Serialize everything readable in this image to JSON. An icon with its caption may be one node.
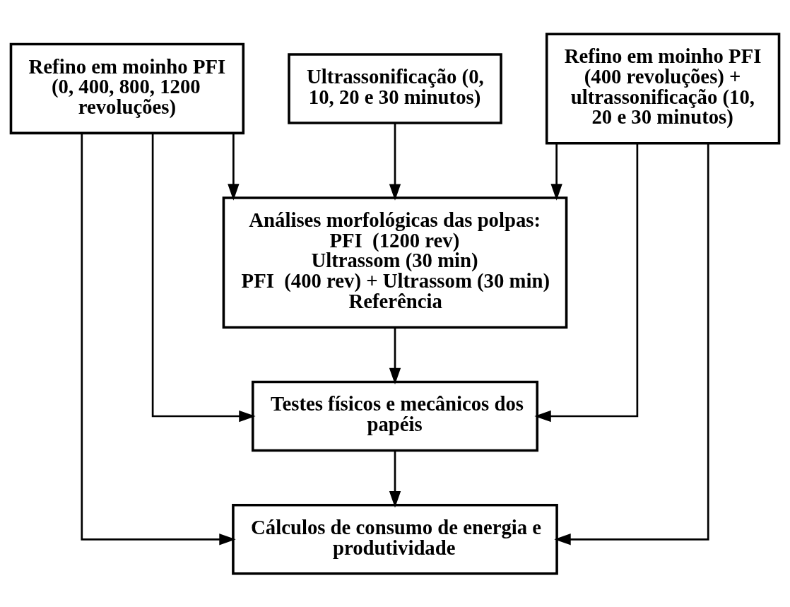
{
  "diagram": {
    "nodes": [
      {
        "text": [
          "Refino em moinho PFI (0, 400, 800, 1200 revoluções)"
        ]
      },
      {
        "text": [
          "Ultrassonificação (0, 10, 20 e 30 minutos)"
        ]
      },
      {
        "text": [
          "Refino em moinho PFI (400 revoluções) + ultrassonificação (10, 20 e 30 minutos)"
        ]
      },
      {
        "text": [
          "Análises morfológicas das polpas:",
          "PFI  (1200 rev)",
          "Ultrassom (30 min)",
          "PFI  (400 rev) + Ultrassom (30 min)",
          "Referência"
        ]
      },
      {
        "text": [
          "Testes físicos e mecânicos dos papéis"
        ]
      },
      {
        "text": [
          "Cálculos de consumo de energia e produtividade"
        ]
      }
    ],
    "edges": [
      {
        "from": 1,
        "to": 3,
        "arrow": "to"
      },
      {
        "from": 0,
        "to": 3,
        "arrow": "to"
      },
      {
        "from": 2,
        "to": 3,
        "arrow": "to"
      },
      {
        "from": 3,
        "to": 4,
        "arrow": "to"
      },
      {
        "from": 0,
        "to": 4,
        "arrow": "to"
      },
      {
        "from": 2,
        "to": 4,
        "arrow": "to"
      },
      {
        "from": 4,
        "to": 5,
        "arrow": "to"
      },
      {
        "from": 0,
        "to": 5,
        "arrow": "to"
      },
      {
        "from": 2,
        "to": 5,
        "arrow": "to"
      }
    ]
  }
}
